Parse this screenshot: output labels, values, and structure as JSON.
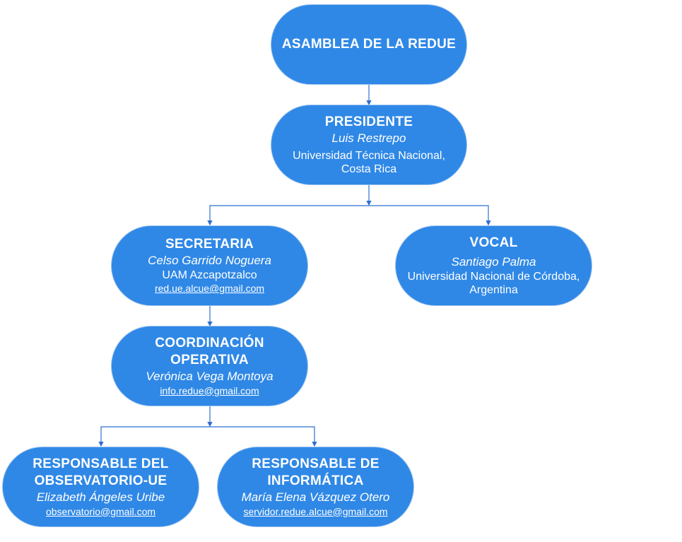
{
  "nodes": {
    "asamblea": {
      "title": "ASAMBLEA DE LA  REDUE"
    },
    "presidente": {
      "title": "PRESIDENTE",
      "name": "Luis Restrepo",
      "org": "Universidad Técnica Nacional,\nCosta Rica"
    },
    "secretaria": {
      "title": "SECRETARIA",
      "name": "Celso Garrido Noguera",
      "org": "UAM Azcapotzalco",
      "email": "red.ue.alcue@gmail.com"
    },
    "vocal": {
      "title": "VOCAL",
      "name": "Santiago Palma",
      "org": "Universidad Nacional de Córdoba,\nArgentina"
    },
    "coordinacion": {
      "title": "COORDINACIÓN\nOPERATIVA",
      "name": "Verónica Vega Montoya",
      "email": "info.redue@gmail.com"
    },
    "observatorio": {
      "title": "RESPONSABLE DEL\nOBSERVATORIO-UE",
      "name": "Elizabeth Ángeles Uribe",
      "email": "observatorio@gmail.com"
    },
    "informatica": {
      "title": "RESPONSABLE DE\nINFORMÁTICA",
      "name": "María Elena Vázquez Otero",
      "email": "servidor.redue.alcue@gmail.com"
    }
  },
  "colors": {
    "node_fill": "#2f88e6",
    "node_text": "#ffffff",
    "connector": "#2f6fcf"
  }
}
